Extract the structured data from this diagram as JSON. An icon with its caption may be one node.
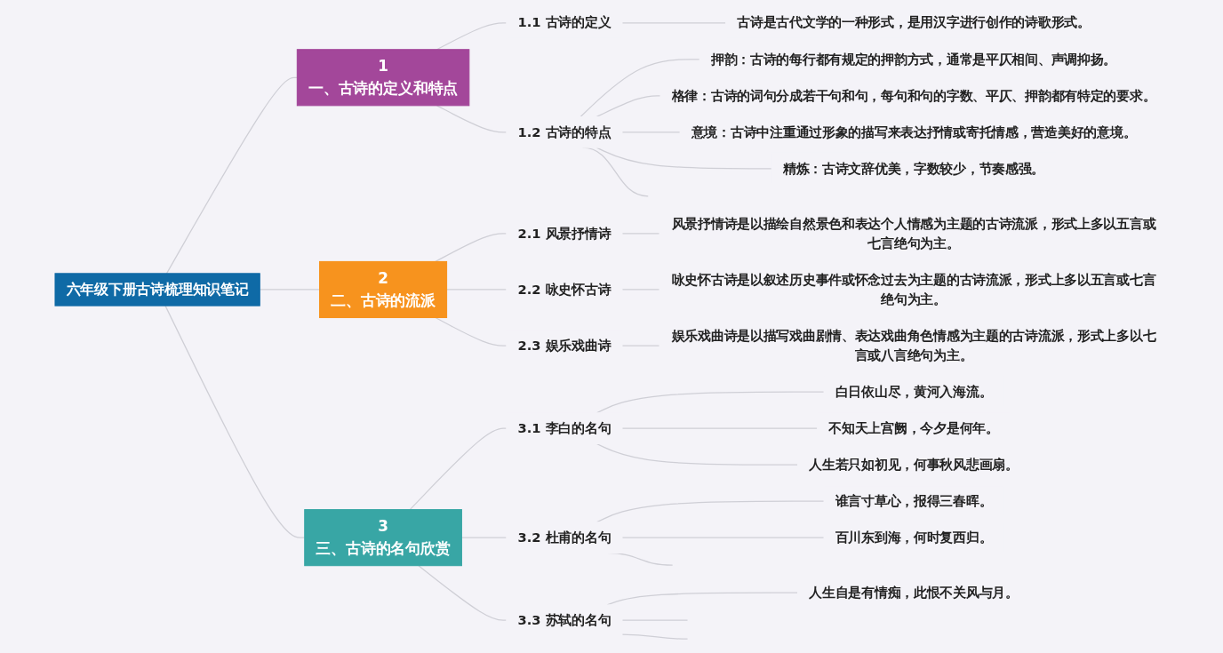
{
  "diagram": {
    "nodes": [
      {
        "text": [
          "六年级下册古诗梳理知识笔记"
        ]
      },
      {
        "text": [
          "1",
          "一、古诗的定义和特点"
        ]
      },
      {
        "text": [
          "1.1 古诗的定义"
        ]
      },
      {
        "text": [
          "古诗是古代文学的一种形式，是用汉字进行创作的诗歌形式。"
        ]
      },
      {
        "text": [
          "1.2 古诗的特点"
        ]
      },
      {
        "text": [
          "押韵：古诗的每行都有规定的押韵方式，通常是平仄相间、声调抑扬。"
        ]
      },
      {
        "text": [
          "格律：古诗的词句分成若干句和句，每句和句的字数、平仄、押韵都有特定的要求。"
        ]
      },
      {
        "text": [
          "意境：古诗中注重通过形象的描写来表达抒情或寄托情感，营造美好的意境。"
        ]
      },
      {
        "text": [
          "精炼：古诗文辞优美，字数较少，节奏感强。"
        ]
      },
      {
        "text": [
          "2",
          "二、古诗的流派"
        ]
      },
      {
        "text": [
          "2.1 风景抒情诗"
        ]
      },
      {
        "text": [
          "风景抒情诗是以描绘自然景色和表达个人情感为主题的古诗流派，形式上多以五言或七言绝句为主。"
        ]
      },
      {
        "text": [
          "2.2 咏史怀古诗"
        ]
      },
      {
        "text": [
          "咏史怀古诗是以叙述历史事件或怀念过去为主题的古诗流派，形式上多以五言或七言绝句为主。"
        ]
      },
      {
        "text": [
          "2.3 娱乐戏曲诗"
        ]
      },
      {
        "text": [
          "娱乐戏曲诗是以描写戏曲剧情、表达戏曲角色情感为主题的古诗流派，形式上多以七言或八言绝句为主。"
        ]
      },
      {
        "text": [
          "3",
          "三、古诗的名句欣赏"
        ]
      },
      {
        "text": [
          "3.1 李白的名句"
        ]
      },
      {
        "text": [
          "白日依山尽，黄河入海流。"
        ]
      },
      {
        "text": [
          "不知天上宫阙，今夕是何年。"
        ]
      },
      {
        "text": [
          "人生若只如初见，何事秋风悲画扇。"
        ]
      },
      {
        "text": [
          "3.2 杜甫的名句"
        ]
      },
      {
        "text": [
          "谁言寸草心，报得三春晖。"
        ]
      },
      {
        "text": [
          "百川东到海，何时复西归。"
        ]
      },
      {
        "text": [
          "3.3 苏轼的名句"
        ]
      },
      {
        "text": [
          "人生自是有情痴，此恨不关风与月。"
        ]
      }
    ],
    "edges": [
      {
        "from": 0,
        "to": 1,
        "arrow": "none"
      },
      {
        "from": 1,
        "to": 2,
        "arrow": "none"
      },
      {
        "from": 2,
        "to": 3,
        "arrow": "none"
      },
      {
        "from": 1,
        "to": 4,
        "arrow": "none"
      },
      {
        "from": 4,
        "to": 5,
        "arrow": "none"
      },
      {
        "from": 4,
        "to": 6,
        "arrow": "none"
      },
      {
        "from": 4,
        "to": 7,
        "arrow": "none"
      },
      {
        "from": 4,
        "to": 8,
        "arrow": "none"
      },
      {
        "from": 4,
        "to": null,
        "arrow": "none"
      },
      {
        "from": 0,
        "to": 9,
        "arrow": "none"
      },
      {
        "from": 9,
        "to": 10,
        "arrow": "none"
      },
      {
        "from": 10,
        "to": 11,
        "arrow": "none"
      },
      {
        "from": 9,
        "to": 12,
        "arrow": "none"
      },
      {
        "from": 12,
        "to": 13,
        "arrow": "none"
      },
      {
        "from": 9,
        "to": 14,
        "arrow": "none"
      },
      {
        "from": 14,
        "to": 15,
        "arrow": "none"
      },
      {
        "from": 0,
        "to": 16,
        "arrow": "none"
      },
      {
        "from": 16,
        "to": 17,
        "arrow": "none"
      },
      {
        "from": 17,
        "to": 18,
        "arrow": "none"
      },
      {
        "from": 17,
        "to": 19,
        "arrow": "none"
      },
      {
        "from": 17,
        "to": 20,
        "arrow": "none"
      },
      {
        "from": 16,
        "to": 21,
        "arrow": "none"
      },
      {
        "from": 21,
        "to": 22,
        "arrow": "none"
      },
      {
        "from": 21,
        "to": 23,
        "arrow": "none"
      },
      {
        "from": 21,
        "to": null,
        "arrow": "none"
      },
      {
        "from": 16,
        "to": 24,
        "arrow": "none"
      },
      {
        "from": 24,
        "to": 25,
        "arrow": "none"
      },
      {
        "from": 24,
        "to": null,
        "arrow": "none"
      },
      {
        "from": 24,
        "to": null,
        "arrow": "none"
      }
    ]
  }
}
